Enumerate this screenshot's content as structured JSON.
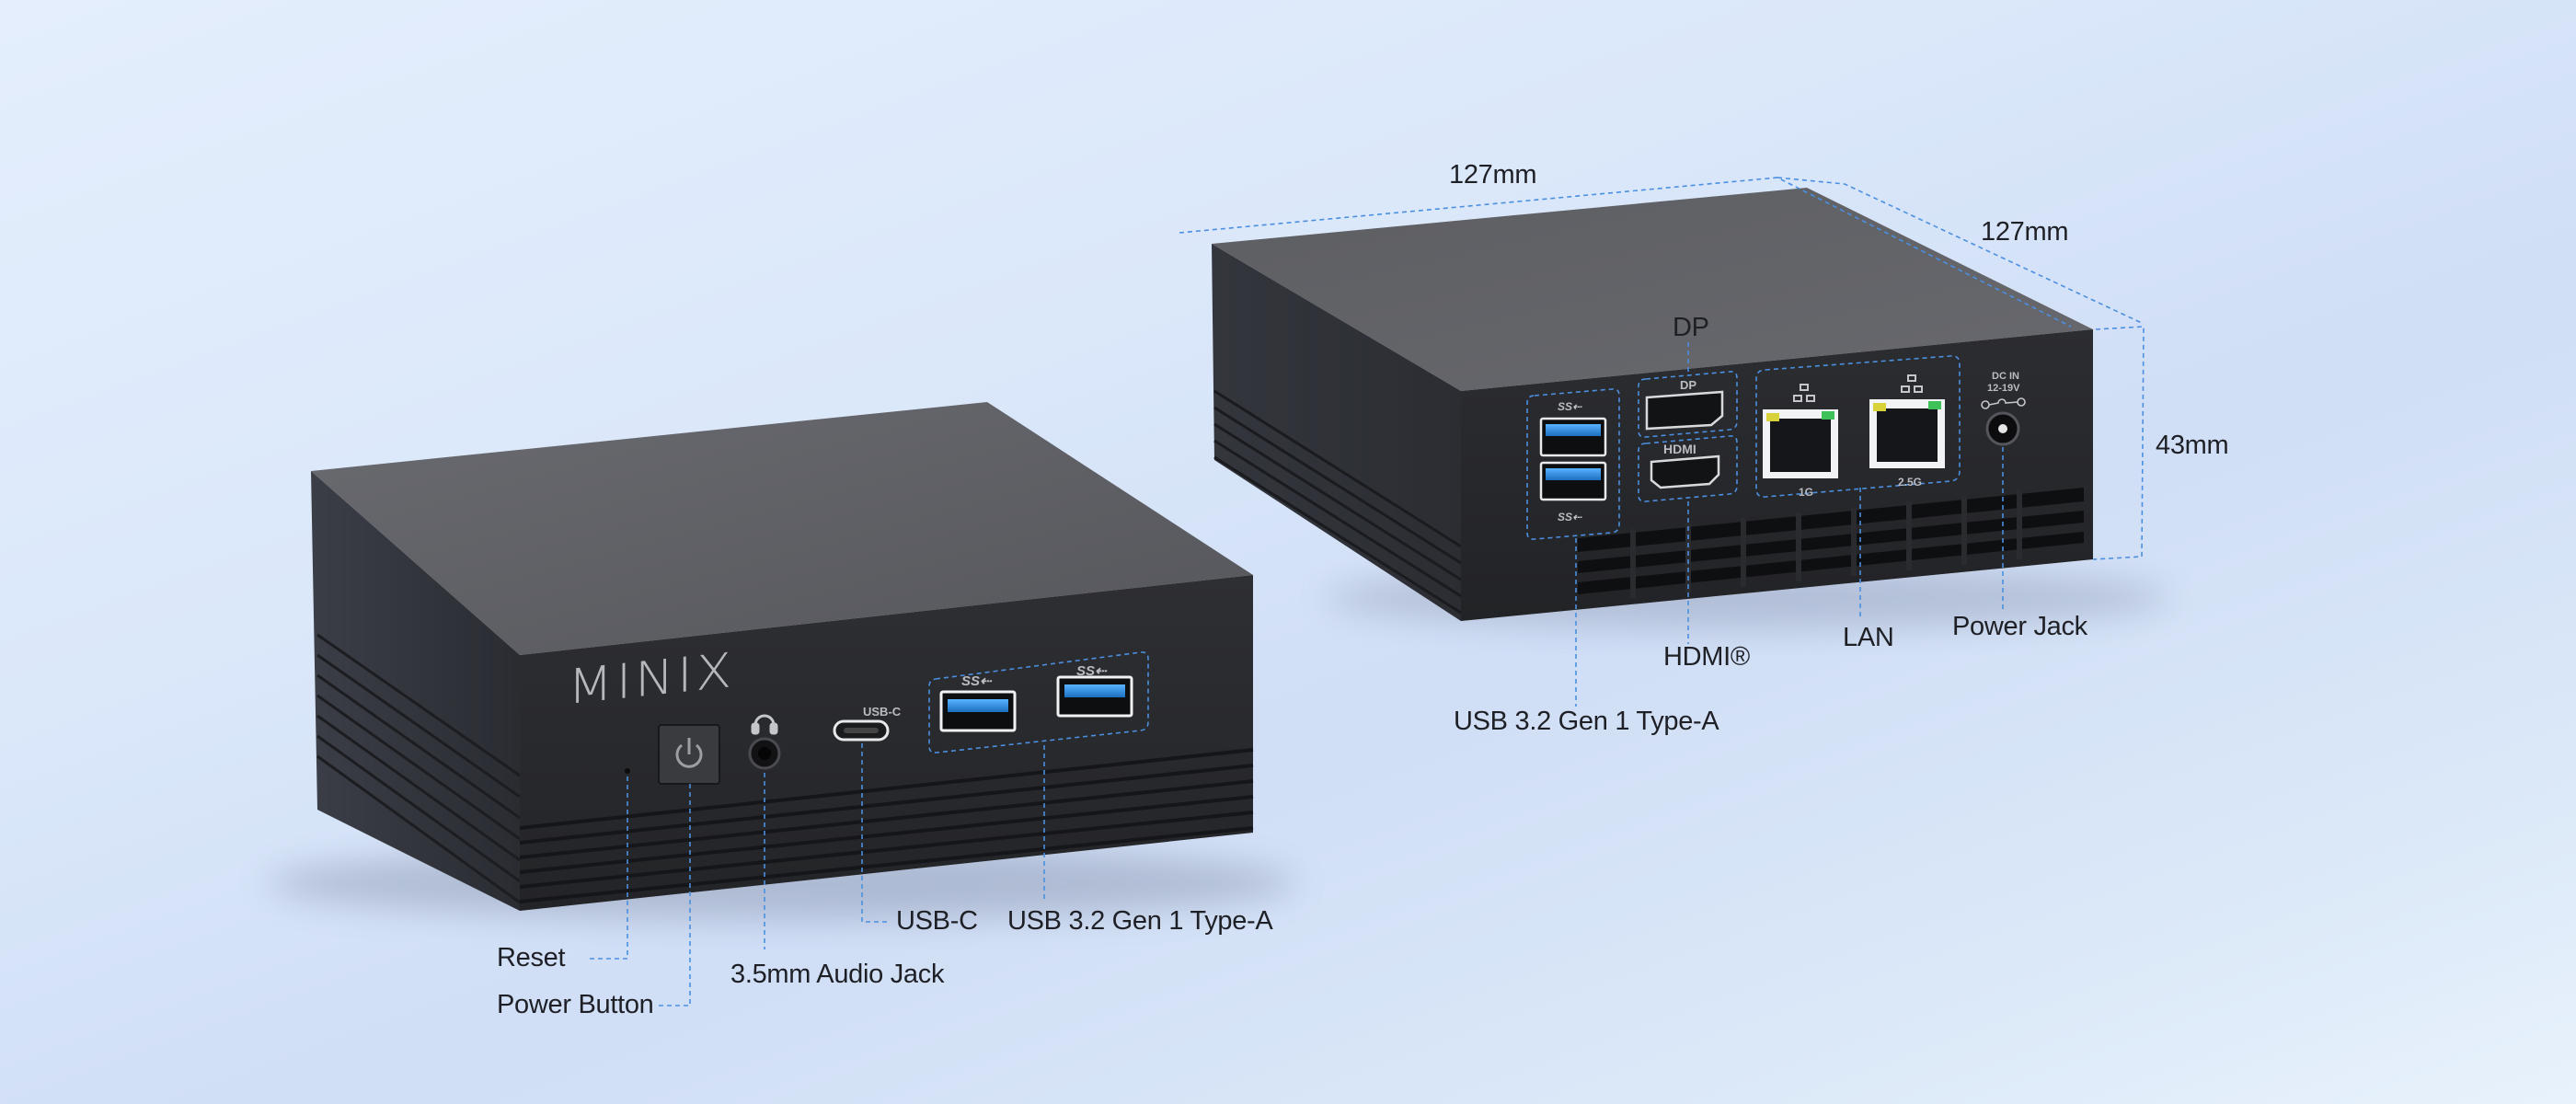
{
  "brand": {
    "logo_text": "MINIX"
  },
  "dimensions": {
    "width": "127mm",
    "depth": "127mm",
    "height": "43mm"
  },
  "front_panel": {
    "port_labels": {
      "usb_c_silkscreen": "USB-C",
      "usb_a_logo": "SS"
    },
    "callouts": {
      "reset": "Reset",
      "power_button": "Power Button",
      "audio_jack": "3.5mm Audio Jack",
      "usb_c": "USB-C",
      "usb_a": "USB 3.2 Gen 1 Type-A"
    },
    "icons": [
      "power-icon",
      "headset-icon",
      "superspeed-usb-icon"
    ]
  },
  "rear_panel": {
    "port_labels": {
      "dp_silkscreen": "DP",
      "hdmi_silkscreen": "HDMI",
      "lan_1_speed": "1G",
      "lan_2_speed": "2.5G",
      "dc_in_line1": "DC IN",
      "dc_in_line2": "12-19V",
      "usb_a_logo": "SS"
    },
    "callouts": {
      "dp": "DP",
      "hdmi": "HDMI®",
      "lan": "LAN",
      "power_jack": "Power Jack",
      "usb_a": "USB 3.2 Gen 1 Type-A"
    },
    "icons": [
      "network-icon",
      "dc-polarity-icon",
      "superspeed-usb-icon"
    ]
  },
  "colors": {
    "background": "#dbe8fa",
    "chassis_top": "#5f6064",
    "chassis_face": "#2b2c30",
    "callout_line": "#4a8fe0",
    "usb_blue": "#2f8fe6",
    "label_text": "#1e2026",
    "lan_led_yellow": "#d8d23a",
    "lan_led_green": "#3fc15a"
  }
}
